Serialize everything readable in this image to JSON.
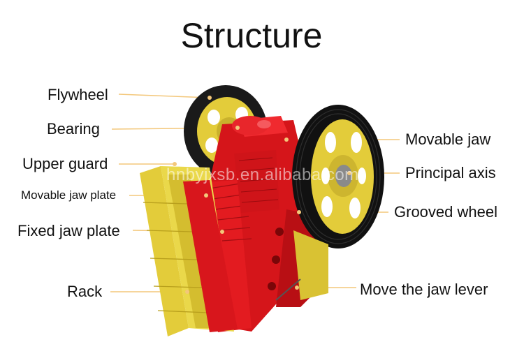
{
  "title": "Structure",
  "labels": {
    "flywheel": "Flywheel",
    "bearing": "Bearing",
    "upper_guard": "Upper guard",
    "movable_jaw_plate": "Movable jaw plate",
    "fixed_jaw_plate": "Fixed jaw plate",
    "rack": "Rack",
    "movable_jaw": "Movable jaw",
    "principal_axis": "Principal axis",
    "grooved_wheel": "Grooved wheel",
    "move_jaw_lever": "Move the jaw lever"
  },
  "watermark": "hnbyjxsb.en.alibaba.com",
  "colors": {
    "leader_line": "#f3c77a",
    "frame_red": "#e0191e",
    "frame_yellow": "#e8d43a",
    "tire_black": "#1a1a1a",
    "hub_yellow": "#e3cc3a"
  }
}
